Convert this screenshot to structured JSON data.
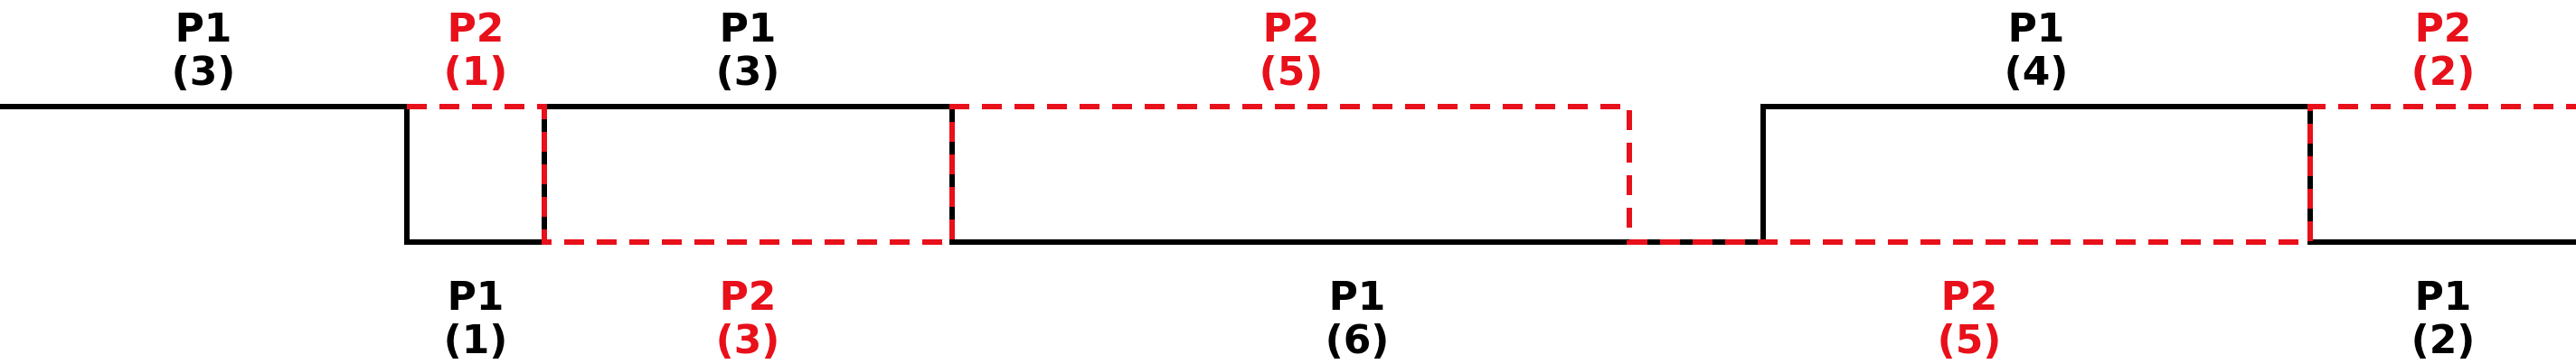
{
  "colors": {
    "p1": "#000000",
    "p2": "#e8101a"
  },
  "labels": [
    {
      "id": "top-p1-a",
      "name": "P1",
      "value": "(3)",
      "series": "p1"
    },
    {
      "id": "top-p2-a",
      "name": "P2",
      "value": "(1)",
      "series": "p2"
    },
    {
      "id": "top-p1-b",
      "name": "P1",
      "value": "(3)",
      "series": "p1"
    },
    {
      "id": "top-p2-b",
      "name": "P2",
      "value": "(5)",
      "series": "p2"
    },
    {
      "id": "top-p1-c",
      "name": "P1",
      "value": "(4)",
      "series": "p1"
    },
    {
      "id": "top-p2-c",
      "name": "P2",
      "value": "(2)",
      "series": "p2"
    },
    {
      "id": "bottom-p1-a",
      "name": "P1",
      "value": "(1)",
      "series": "p1"
    },
    {
      "id": "bottom-p2-a",
      "name": "P2",
      "value": "(3)",
      "series": "p2"
    },
    {
      "id": "bottom-p1-b",
      "name": "P1",
      "value": "(6)",
      "series": "p1"
    },
    {
      "id": "bottom-p2-b",
      "name": "P2",
      "value": "(5)",
      "series": "p2"
    },
    {
      "id": "bottom-p1-c",
      "name": "P1",
      "value": "(2)",
      "series": "p1"
    }
  ]
}
